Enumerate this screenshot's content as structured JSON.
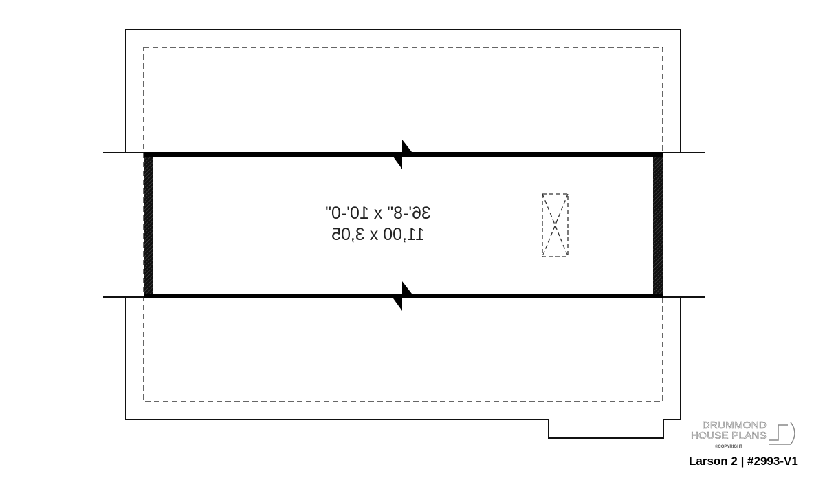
{
  "room": {
    "imperial": "36'-8\" x 10'-0\"",
    "metric": "11,00 x 3,05"
  },
  "logo": {
    "line1": "DRUMMOND",
    "line2": "HOUSE PLANS",
    "copyright": "©COPYRIGHT"
  },
  "caption": "Larson 2 | #2993-V1"
}
